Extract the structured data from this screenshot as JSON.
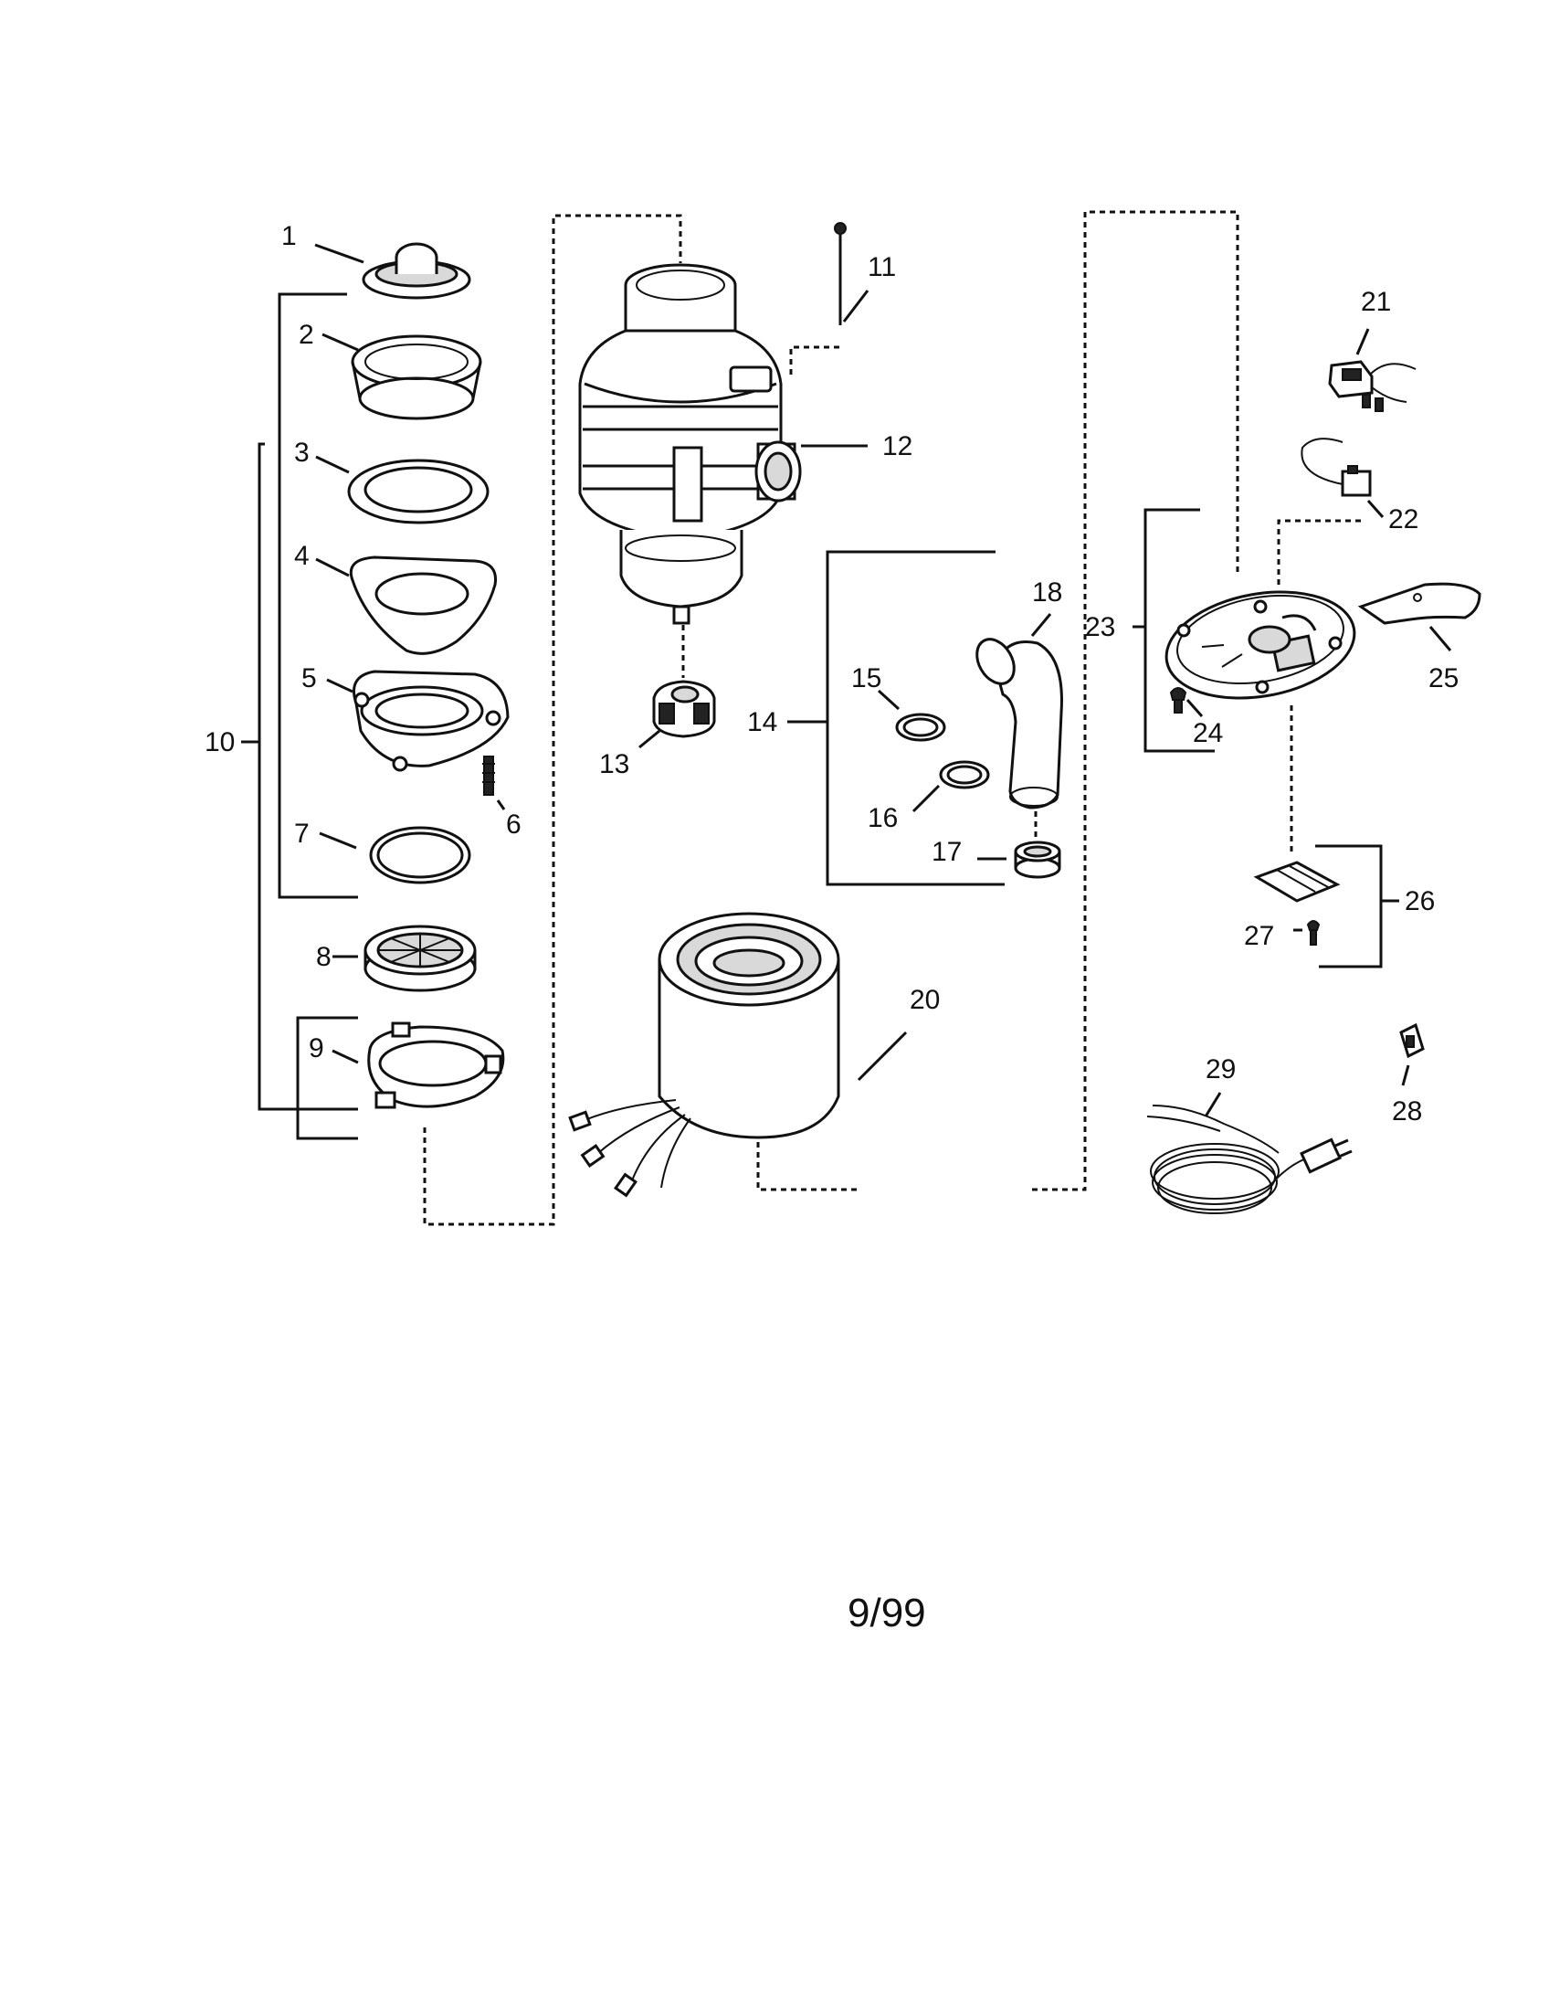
{
  "diagram": {
    "callouts": {
      "c1": "1",
      "c2": "2",
      "c3": "3",
      "c4": "4",
      "c5": "5",
      "c6": "6",
      "c7": "7",
      "c8": "8",
      "c9": "9",
      "c10": "10",
      "c11": "11",
      "c12": "12",
      "c13": "13",
      "c14": "14",
      "c15": "15",
      "c16": "16",
      "c17": "17",
      "c18": "18",
      "c20": "20",
      "c21": "21",
      "c22": "22",
      "c23": "23",
      "c24": "24",
      "c25": "25",
      "c26": "26",
      "c27": "27",
      "c28": "28",
      "c29": "29"
    },
    "footer": "9/99"
  }
}
